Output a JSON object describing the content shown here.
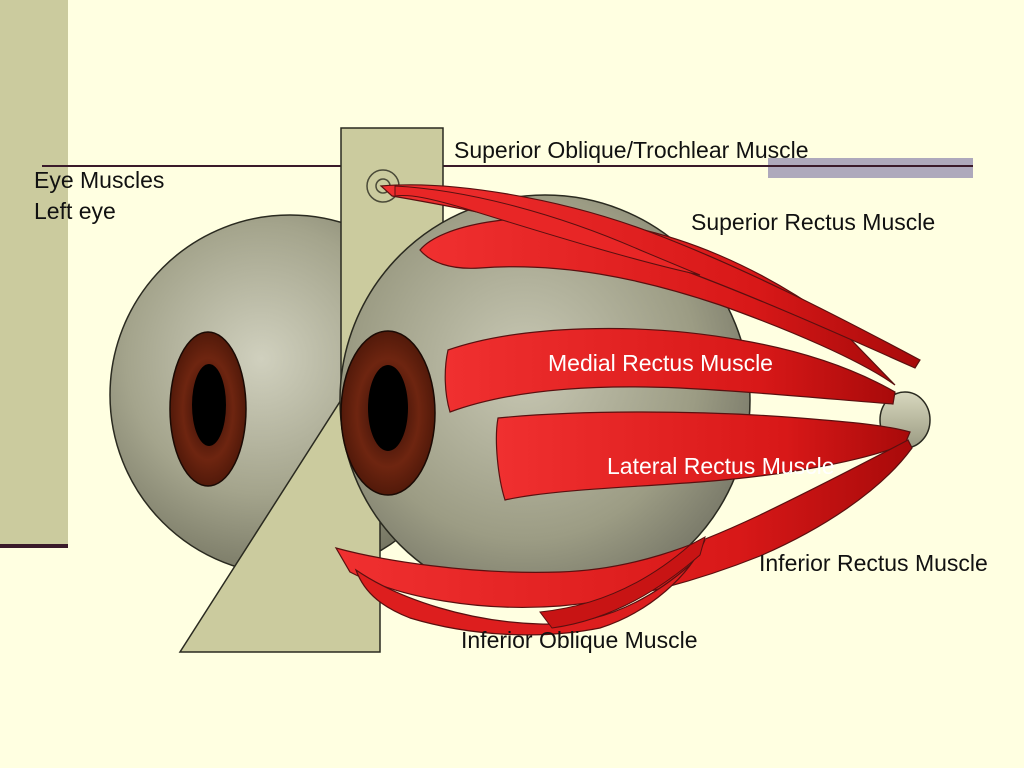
{
  "title": {
    "line1": "Eye Muscles",
    "line2": "Left eye"
  },
  "labels": {
    "superior_oblique": "Superior Oblique/Trochlear Muscle",
    "superior_rectus": "Superior Rectus Muscle",
    "medial_rectus": "Medial Rectus Muscle",
    "lateral_rectus": "Lateral Rectus Muscle",
    "inferior_rectus": "Inferior Rectus Muscle",
    "inferior_oblique": "Inferior Oblique Muscle"
  },
  "colors": {
    "background": "#FFFFE1",
    "side_bar": "#CBCB9E",
    "muscle": "#E0201F",
    "muscle_dark": "#B50C0C",
    "eyeball": "#9C9C84",
    "iris": "#6E2510",
    "pupil": "#000000",
    "accent_bar": "#AEA9BC"
  }
}
